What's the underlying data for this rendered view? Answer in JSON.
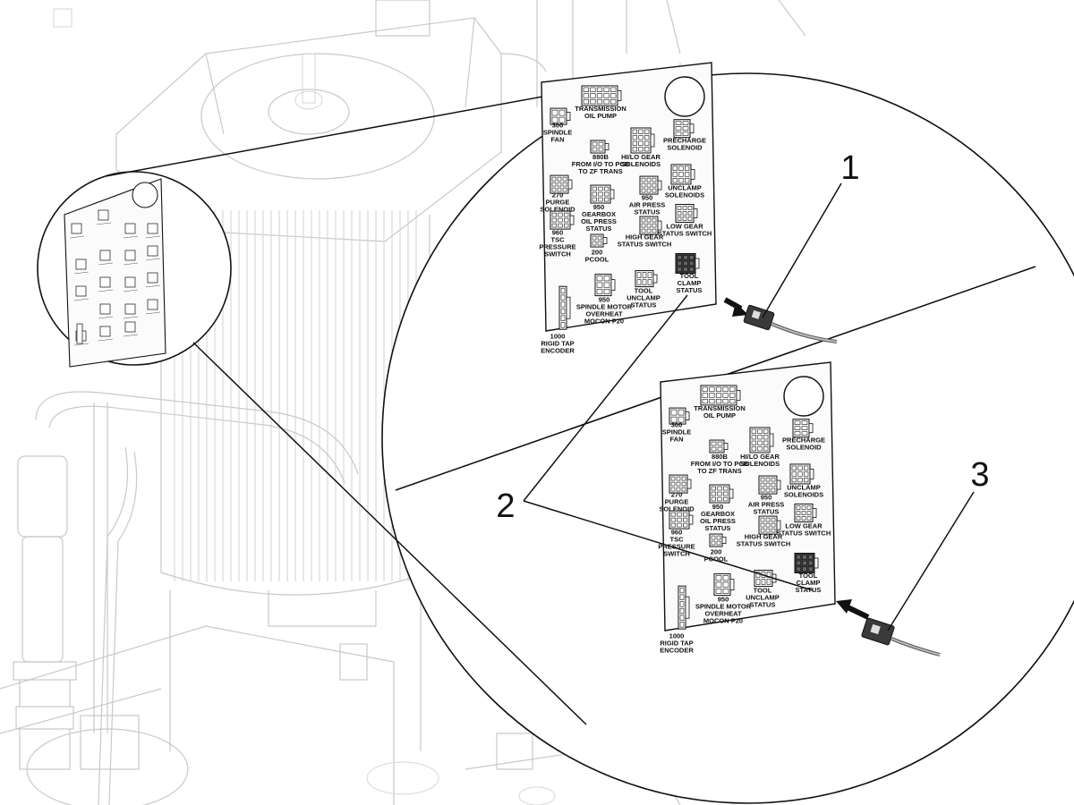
{
  "callouts": {
    "c1": "1",
    "c2": "2",
    "c3": "3"
  },
  "board_top": {
    "spindle_fan": [
      "300",
      "SPINDLE",
      "FAN"
    ],
    "transmission_oil_pump": [
      "TRANSMISSION",
      "OIL PUMP"
    ],
    "from_io_to_pcb": [
      "880B",
      "FROM I/O TO PCB",
      "TO ZF TRANS"
    ],
    "hilo_gear_solenoids": [
      "HI/LO GEAR",
      "SOLENOIDS"
    ],
    "precharge_solenoid": [
      "PRECHARGE",
      "SOLENOID"
    ],
    "purge_solenoid": [
      "270",
      "PURGE",
      "SOLENOID"
    ],
    "gearbox_oil_press_status": [
      "950",
      "GEARBOX",
      "OIL PRESS",
      "STATUS"
    ],
    "air_press_status": [
      "950",
      "AIR PRESS",
      "STATUS"
    ],
    "unclamp_solenoids": [
      "UNCLAMP",
      "SOLENOIDS"
    ],
    "tsc_pressure_switch": [
      "960",
      "TSC",
      "PRESSURE",
      "SWITCH"
    ],
    "high_gear_status_switch": [
      "HIGH GEAR",
      "STATUS SWITCH"
    ],
    "low_gear_status_switch": [
      "LOW GEAR",
      "STATUS SWITCH"
    ],
    "pcool": [
      "200",
      "PCOOL"
    ],
    "tool_clamp_status": [
      "TOOL",
      "CLAMP",
      "STATUS"
    ],
    "tool_unclamp_status": [
      "TOOL",
      "UNCLAMP",
      "STATUS"
    ],
    "spindle_motor_overheat": [
      "950",
      "SPINDLE MOTOR",
      "OVERHEAT",
      "MOCON P20"
    ],
    "rigid_tap_encoder": [
      "1000",
      "RIGID TAP",
      "ENCODER"
    ]
  },
  "board_bottom": {
    "spindle_fan": [
      "300",
      "SPINDLE",
      "FAN"
    ],
    "transmission_oil_pump": [
      "TRANSMISSION",
      "OIL PUMP"
    ],
    "from_io_to_pcb": [
      "880B",
      "FROM I/O TO PCB",
      "TO ZF TRANS"
    ],
    "hilo_gear_solenoids": [
      "HI/LO GEAR",
      "SOLENOIDS"
    ],
    "precharge_solenoid": [
      "PRECHARGE",
      "SOLENOID"
    ],
    "purge_solenoid": [
      "270",
      "PURGE",
      "SOLENOID"
    ],
    "gearbox_oil_press_status": [
      "950",
      "GEARBOX",
      "OIL PRESS",
      "STATUS"
    ],
    "air_press_status": [
      "950",
      "AIR PRESS",
      "STATUS"
    ],
    "unclamp_solenoids": [
      "UNCLAMP",
      "SOLENOIDS"
    ],
    "tsc_pressure_switch": [
      "960",
      "TSC",
      "PRESSURE",
      "SWITCH"
    ],
    "high_gear_status_switch": [
      "HIGH GEAR",
      "STATUS SWITCH"
    ],
    "low_gear_status_switch": [
      "LOW GEAR",
      "STATUS SWITCH"
    ],
    "pcool": [
      "200",
      "PCOOL"
    ],
    "tool_clamp_status": [
      "TOOL",
      "CLAMP",
      "STATUS"
    ],
    "tool_unclamp_status": [
      "TOOL",
      "UNCLAMP",
      "STATUS"
    ],
    "spindle_motor_overheat": [
      "950",
      "SPINDLE MOTOR",
      "OVERHEAT",
      "MOCON P20"
    ],
    "rigid_tap_encoder": [
      "1000",
      "RIGID TAP",
      "ENCODER"
    ]
  },
  "colors": {
    "line": "#111111",
    "light_line": "#c9c9c9",
    "connector": "#3a3a3a",
    "background": "#ffffff"
  }
}
